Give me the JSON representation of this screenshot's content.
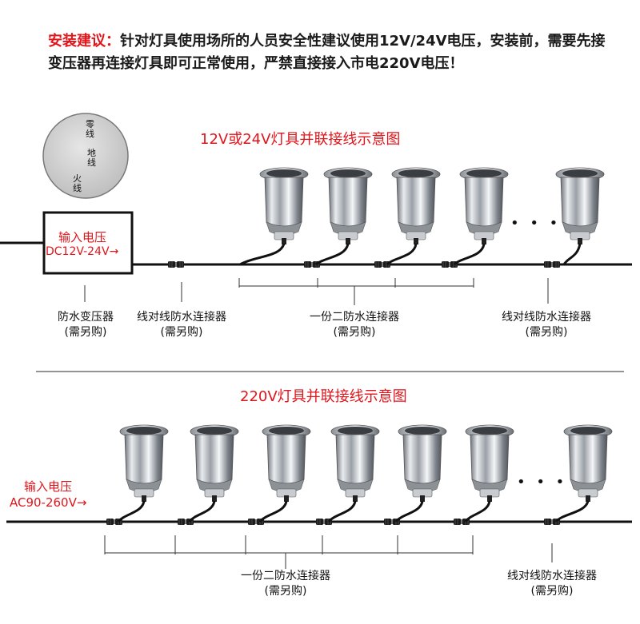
{
  "notice": {
    "label": "安装建议：",
    "text": "针对灯具使用场所的人员安全性建议使用12V/24V电压，安装前，需要先接变压器再连接灯具即可正常使用，严禁直接接入市电220V电压！"
  },
  "dc_section": {
    "title": "12V或24V灯具并联接线示意图",
    "plug": {
      "line1": "零",
      "line2": "线",
      "line3": "地",
      "line4": "线",
      "line5": "火",
      "line6": "线"
    },
    "input_line1": "输入电压",
    "input_line2": "DC12V-24V→",
    "dots": "• • •",
    "labels": {
      "transformer": "防水变压器",
      "transformer_note": "(需另购)",
      "line_connector": "线对线防水连接器",
      "line_connector_note": "(需另购)",
      "splitter": "一份二防水连接器",
      "splitter_note": "(需另购)",
      "line_connector2": "线对线防水连接器",
      "line_connector2_note": "(需另购)"
    }
  },
  "ac_section": {
    "title": "220V灯具并联接线示意图",
    "input_line1": "输入电压",
    "input_line2": "AC90-260V→",
    "dots": "• • •",
    "labels": {
      "splitter": "一份二防水连接器",
      "splitter_note": "(需另购)",
      "line_connector": "线对线防水连接器",
      "line_connector_note": "(需另购)"
    }
  },
  "colors": {
    "accent": "#e0151b",
    "wire": "#111111",
    "steel": "#b8bcc2"
  }
}
